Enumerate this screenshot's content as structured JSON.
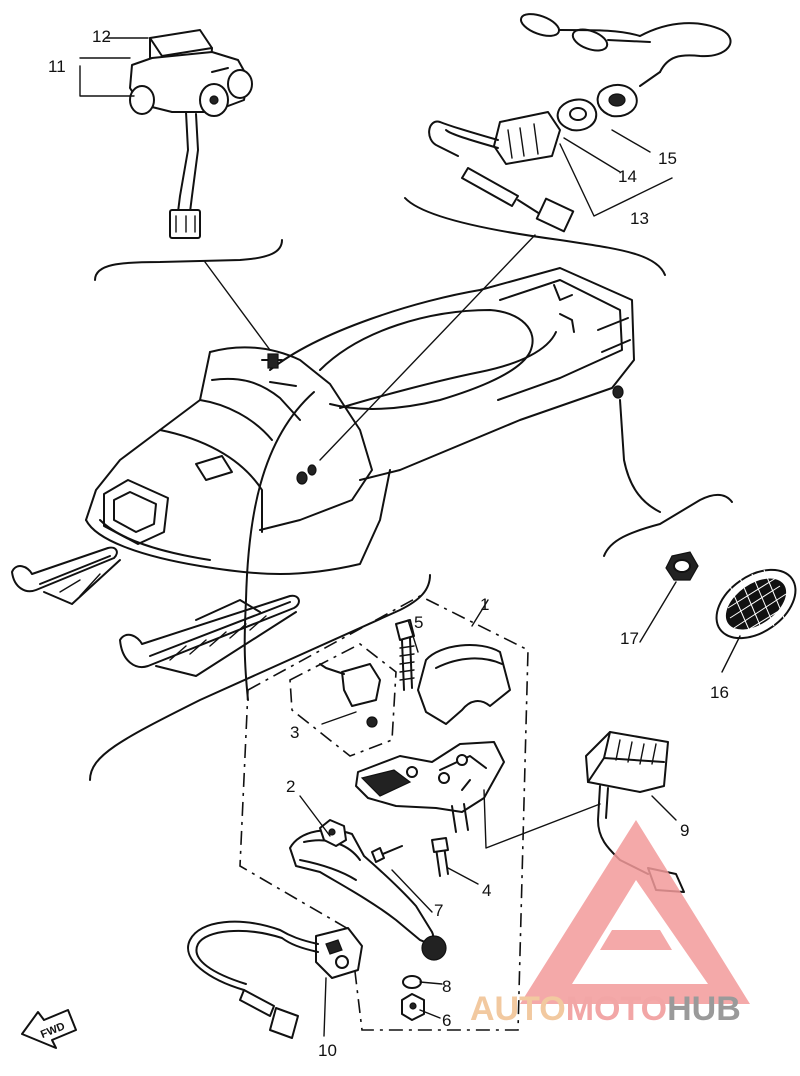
{
  "callouts": [
    {
      "id": "c1",
      "label": "1"
    },
    {
      "id": "c2",
      "label": "2"
    },
    {
      "id": "c3",
      "label": "3"
    },
    {
      "id": "c4",
      "label": "4"
    },
    {
      "id": "c5",
      "label": "5"
    },
    {
      "id": "c6",
      "label": "6"
    },
    {
      "id": "c7",
      "label": "7"
    },
    {
      "id": "c8",
      "label": "8"
    },
    {
      "id": "c9",
      "label": "9"
    },
    {
      "id": "c10",
      "label": "10"
    },
    {
      "id": "c11",
      "label": "11"
    },
    {
      "id": "c12",
      "label": "12"
    },
    {
      "id": "c13",
      "label": "13"
    },
    {
      "id": "c14",
      "label": "14"
    },
    {
      "id": "c15",
      "label": "15"
    },
    {
      "id": "c16",
      "label": "16"
    },
    {
      "id": "c17",
      "label": "17"
    }
  ],
  "direction_arrow": {
    "label": "FWD"
  },
  "watermark": {
    "part1": "AUTO",
    "part2": "MOTO",
    "part3": "HUB",
    "colors": {
      "triangle": "#f29a9a",
      "auto": "#f2c9a0",
      "moto": "#f2a6a6",
      "hub": "#9a9a9a"
    }
  }
}
